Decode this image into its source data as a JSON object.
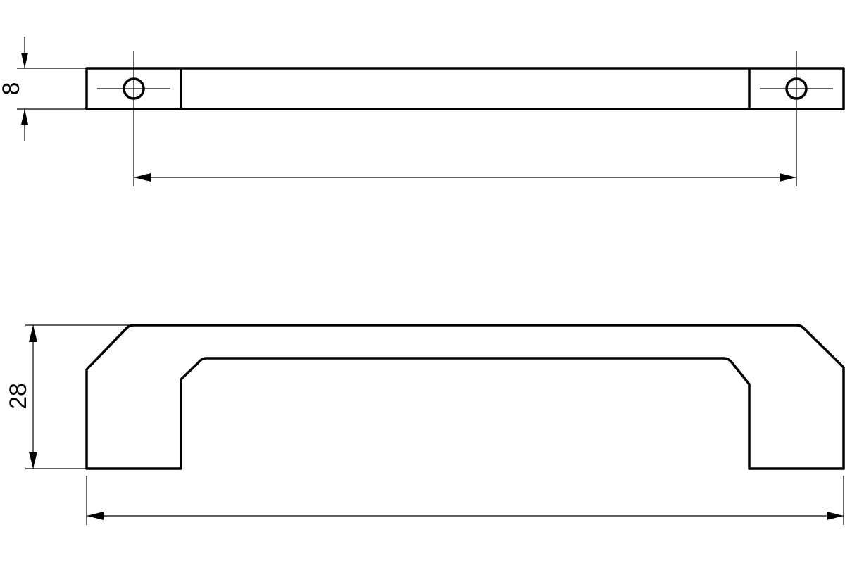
{
  "drawing": {
    "views": [
      {
        "view": "top"
      },
      {
        "view": "front"
      }
    ],
    "dimensions": {
      "thickness": {
        "value": "8"
      },
      "height": {
        "value": "28"
      }
    },
    "colors": {
      "line": "#000000",
      "background": "#ffffff"
    }
  }
}
